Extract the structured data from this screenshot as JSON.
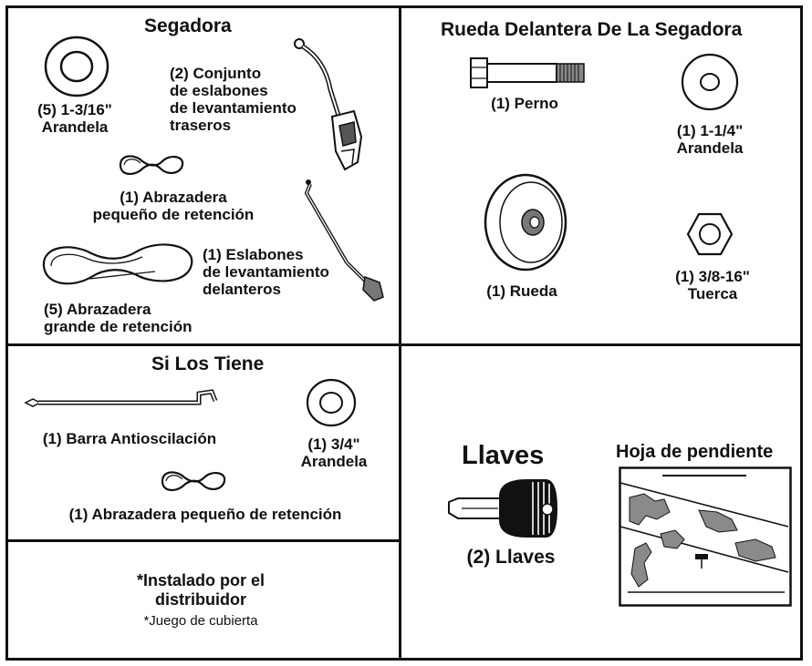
{
  "sections": {
    "mower": {
      "title": "Segadora",
      "washer": "(5) 1-3/16\"\nArandela",
      "rear_links": "(2) Conjunto\nde eslabones\nde levantamiento\ntraseros",
      "small_clip": "(1) Abrazadera\npequeño de retención",
      "front_links": "(1) Eslabones\nde levantamiento\ndelanteros",
      "large_clip": "(5) Abrazadera\ngrande de retención"
    },
    "front_wheel": {
      "title": "Rueda Delantera De La Segadora",
      "bolt": "(1) Perno",
      "washer": "(1) 1-1/4\"\nArandela",
      "wheel": "(1) Rueda",
      "nut": "(1) 3/8-16\"\nTuerca"
    },
    "if_equipped": {
      "title": "Si Los Tiene",
      "bar": "(1) Barra Antioscilación",
      "washer": "(1) 3/4\"\nArandela",
      "clip": "(1) Abrazadera pequeño de retención"
    },
    "dealer": {
      "title": "*Instalado por el\ndistribuidor",
      "subtitle": "*Juego de cubierta"
    },
    "keys": {
      "title": "Llaves",
      "label": "(2) Llaves"
    },
    "slope": {
      "title": "Hoja de pendiente"
    }
  }
}
